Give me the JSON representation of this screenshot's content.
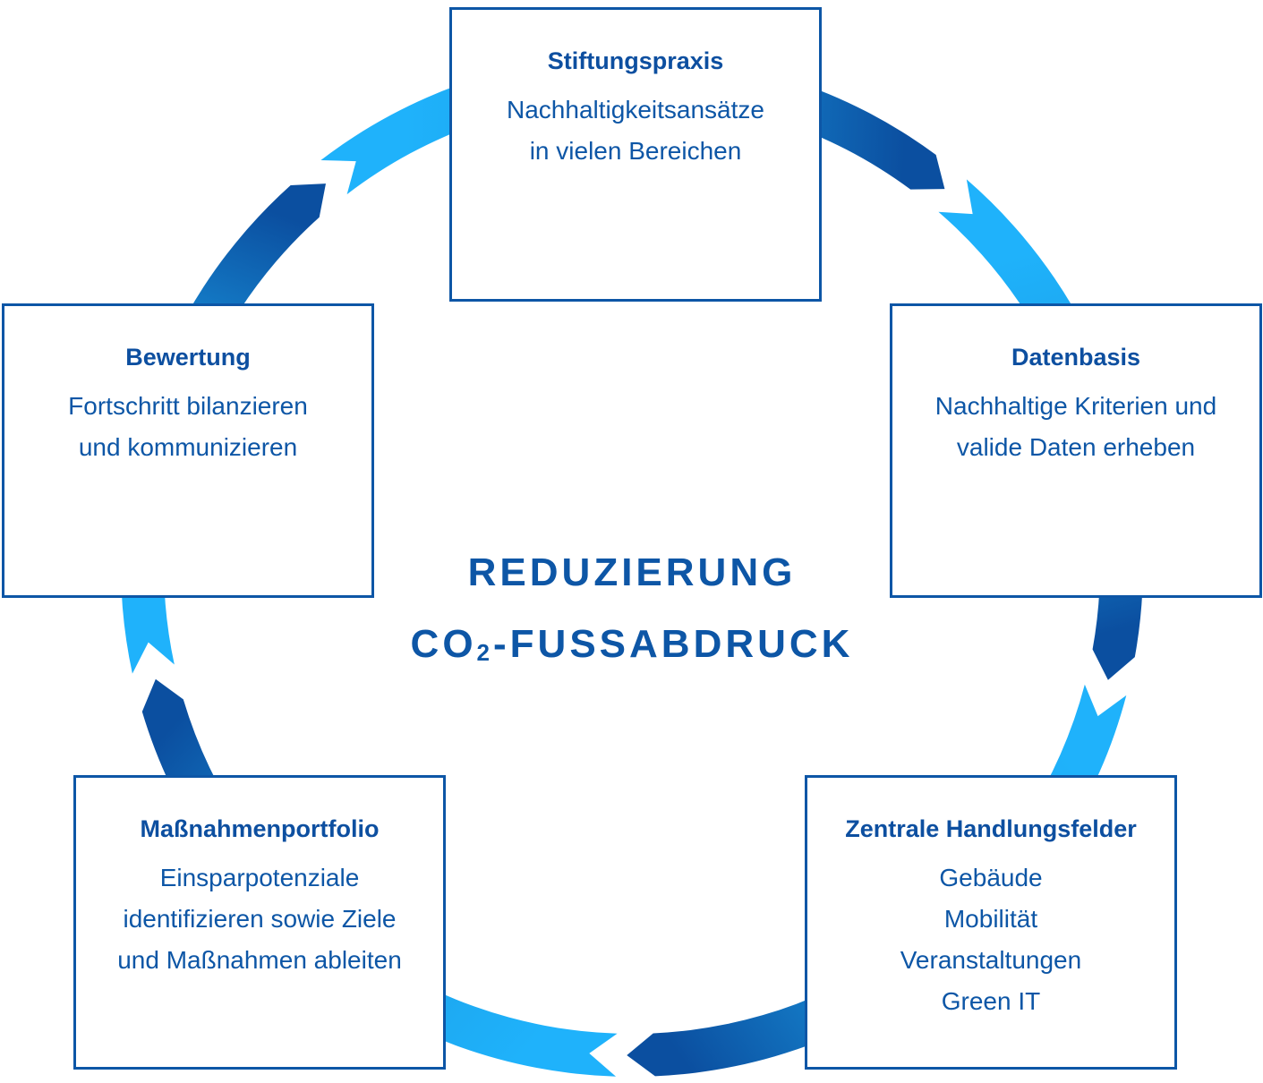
{
  "center": {
    "line1": "REDUZIERUNG",
    "line2_prefix": "CO",
    "line2_sub": "2",
    "line2_suffix": "-FUSSABDRUCK"
  },
  "boxes": [
    {
      "id": "stiftungspraxis",
      "title": "Stiftungspraxis",
      "lines": [
        "Nachhaltigkeitsansätze",
        "in vielen Bereichen"
      ]
    },
    {
      "id": "datenbasis",
      "title": "Datenbasis",
      "lines": [
        "Nachhaltige Kriterien und",
        "valide Daten erheben"
      ]
    },
    {
      "id": "zentrale-handlungsfelder",
      "title": "Zentrale Handlungsfelder",
      "lines": [
        "Gebäude",
        "Mobilität",
        "Veranstaltungen",
        "Green IT"
      ]
    },
    {
      "id": "massnahmenportfolio",
      "title": "Maßnahmenportfolio",
      "lines": [
        "Einsparpotenziale",
        "identifizieren sowie Ziele",
        "und Maßnahmen ableiten"
      ]
    },
    {
      "id": "bewertung",
      "title": "Bewertung",
      "lines": [
        "Fortschritt bilanzieren",
        "und kommunizieren"
      ]
    }
  ],
  "colors": {
    "text": "#0d56a6",
    "arrow_light": "#1fb2fb",
    "arrow_dark": "#0b4fa0",
    "border": "#0d56a6"
  }
}
